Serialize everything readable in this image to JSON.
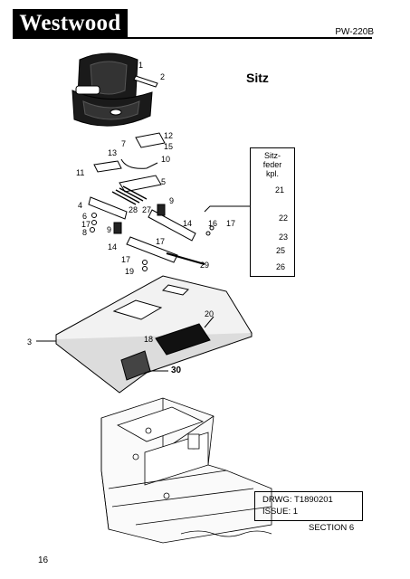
{
  "header": {
    "logo_text": "Westwood",
    "doc_ref": "PW-220B"
  },
  "section_title": "Sitz",
  "parts_box": {
    "label_line1": "Sitz-",
    "label_line2": "feder",
    "label_line3": "kpl."
  },
  "callouts": {
    "c1": "1",
    "c2": "2",
    "c3": "3",
    "c4": "4",
    "c5": "5",
    "c6": "6",
    "c7": "7",
    "c8": "8",
    "c9": "9",
    "c9b": "9",
    "c10": "10",
    "c11": "11",
    "c12": "12",
    "c13": "13",
    "c14": "14",
    "c14b": "14",
    "c15": "15",
    "c16": "16",
    "c17": "17",
    "c17b": "17",
    "c17c": "17",
    "c17d": "17",
    "c18": "18",
    "c19": "19",
    "c20": "20",
    "c21": "21",
    "c22": "22",
    "c23": "23",
    "c25": "25",
    "c26": "26",
    "c27": "27",
    "c28": "28",
    "c29": "29",
    "c30": "30"
  },
  "drawing_info": {
    "drwg": "DRWG: T1890201",
    "issue": "ISSUE: 1"
  },
  "footer": {
    "section": "SECTION 6",
    "page_number": "16"
  }
}
